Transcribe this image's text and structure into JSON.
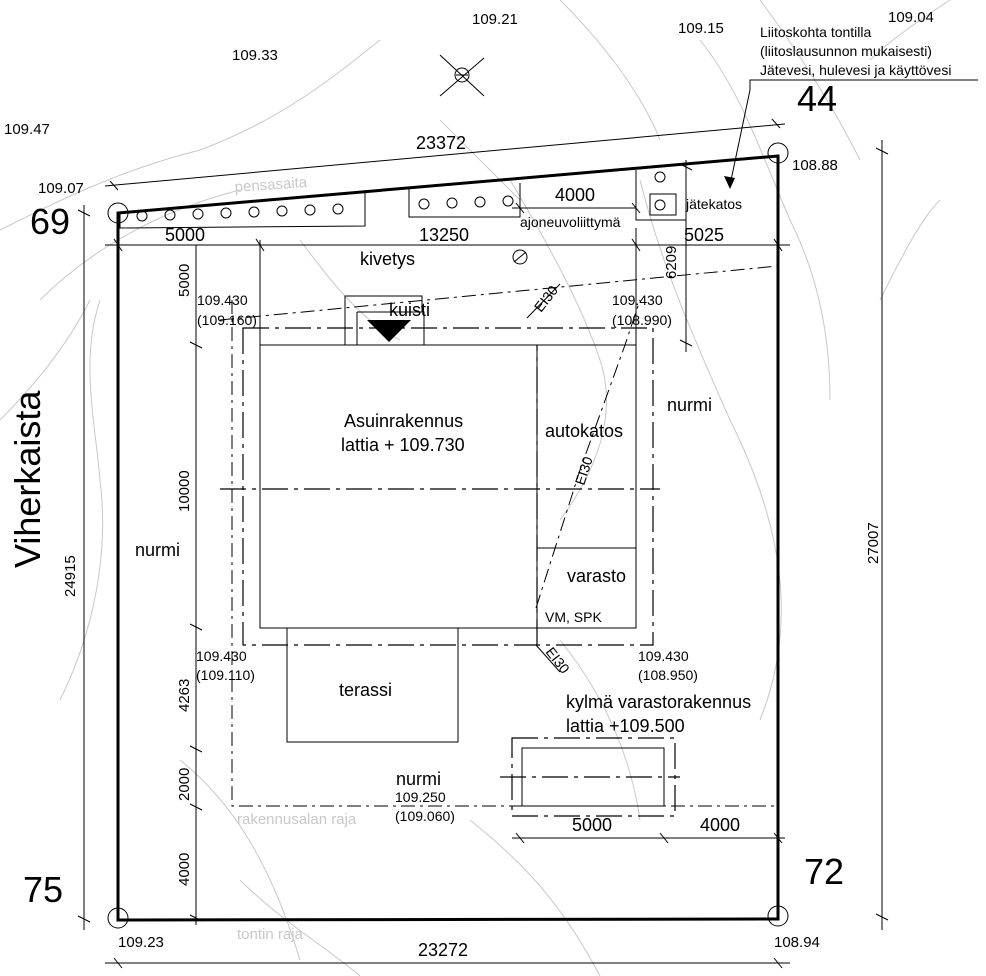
{
  "elevations": {
    "e1": "109.21",
    "e2": "109.15",
    "e3": "109.04",
    "e4": "109.33",
    "e5": "109.47",
    "nw": "109.07",
    "ne": "108.88",
    "sw": "109.23",
    "se": "108.94"
  },
  "connection_note": {
    "line1": "Liitoskohta tontilla",
    "line2": "(liitoslausunnon mukaisesti)",
    "line3": "Jätevesi, hulevesi ja käyttövesi"
  },
  "plot_numbers": {
    "n44": "44",
    "n69": "69",
    "n72": "72",
    "n75": "75"
  },
  "street": "Viherkaista",
  "dimensions": {
    "top": "23372",
    "bottom": "23272",
    "left": "24915",
    "right": "27007",
    "d5000_top": "5000",
    "d13250": "13250",
    "d5025": "5025",
    "d4000_drive": "4000",
    "d6209": "6209",
    "d5000_side": "5000",
    "d10000": "10000",
    "d4263": "4263",
    "d2000": "2000",
    "d4000_side": "4000",
    "d5000_storage": "5000",
    "d4000_storage": "4000"
  },
  "labels": {
    "pensasaita": "pensasaita",
    "ajoneuvoliittyma": "ajoneuvoliittymä",
    "jatekatos": "jätekatos",
    "kivetys": "kivetys",
    "kuisti": "kuisti",
    "ei30_a": "EI30",
    "ei30_b": "EI30",
    "ei30_c": "EI30",
    "house_l1": "Asuinrakennus",
    "house_l2": "lattia + 109.730",
    "autokatos": "autokatos",
    "nurmi_right": "nurmi",
    "nurmi_left": "nurmi",
    "nurmi_bottom": "nurmi",
    "varasto": "varasto",
    "vm_spk": "VM, SPK",
    "terassi": "terassi",
    "cold_l1": "kylmä varastorakennus",
    "cold_l2": "lattia +109.500",
    "rakennusalan_raja": "rakennusalan raja",
    "tontin_raja": "tontin  raja"
  },
  "spot_levels": {
    "nw_a": "109.430",
    "nw_b": "(109.160)",
    "ne_a": "109.430",
    "ne_b": "(108.990)",
    "sw_a": "109.430",
    "sw_b": "(109.110)",
    "se_a": "109.430",
    "se_b": "(108.950)",
    "bot_a": "109.250",
    "bot_b": "(109.060)"
  }
}
